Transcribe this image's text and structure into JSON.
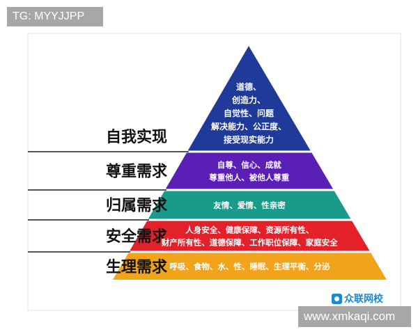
{
  "watermarks": {
    "top_left": "TG: MYYJJPP",
    "bottom_right": "www.xmkaqi.com",
    "logo_text": "众联网校"
  },
  "pyramid": {
    "levels": [
      {
        "label": "自我实现",
        "color": "#1f3a99",
        "text_color": "#ffffff",
        "text_lines": [
          "道德、",
          "创造力、",
          "自觉性、问题",
          "解决能力、公正度、",
          "接受现实能力"
        ]
      },
      {
        "label": "尊重需求",
        "color": "#5b1fb5",
        "text_color": "#ffffff",
        "text_lines": [
          "自尊、信心、成就",
          "尊重他人、被他人尊重"
        ]
      },
      {
        "label": "归属需求",
        "color": "#1a9a8a",
        "text_color": "#ffffff",
        "text_lines": [
          "友情、爱情、性亲密"
        ]
      },
      {
        "label": "安全需求",
        "color": "#e2212b",
        "text_color": "#ffffff",
        "text_lines": [
          "人身安全、健康保障、资源所有性、",
          "财产所有性、道德保障、工作职位保障、家庭安全"
        ]
      },
      {
        "label": "生理需求",
        "color": "#f2a31c",
        "text_color": "#ffffff",
        "text_lines": [
          "呼吸、食物、水、性、睡眠、生理平衡、分泌"
        ]
      }
    ]
  }
}
